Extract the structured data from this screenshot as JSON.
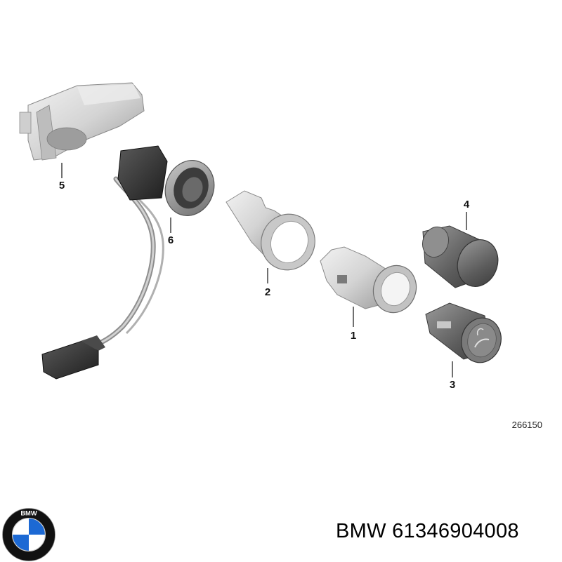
{
  "callouts": [
    {
      "id": "1",
      "label": "1"
    },
    {
      "id": "2",
      "label": "2"
    },
    {
      "id": "3",
      "label": "3"
    },
    {
      "id": "4",
      "label": "4"
    },
    {
      "id": "5",
      "label": "5"
    },
    {
      "id": "6",
      "label": "6"
    }
  ],
  "reference_code": "266150",
  "caption": {
    "brand": "BMW",
    "part_number": "61346904008",
    "text": "BMW 61346904008"
  },
  "logo": {
    "name": "bmw-roundel-logo",
    "text": "BMW",
    "colors": {
      "blue": "#1c69d4",
      "black": "#111111",
      "white": "#ffffff"
    }
  },
  "colors": {
    "part_light": "#d9d9d9",
    "part_mid": "#a8a8a8",
    "part_dark": "#5a5a5a",
    "connector": "#3a3a3a"
  }
}
